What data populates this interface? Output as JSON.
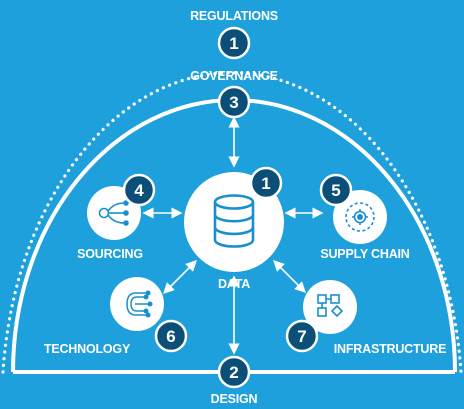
{
  "colors": {
    "background": "#1ea0dc",
    "badge": "#0b4f79",
    "icon": "#1a8fcf",
    "white": "#ffffff"
  },
  "outer_ring": {
    "top_label": "REGULATIONS",
    "badge": "1",
    "inner_label": "GOVERNANCE",
    "inner_badge": "3"
  },
  "bottom": {
    "badge": "2",
    "label": "DESIGN"
  },
  "center": {
    "label": "DATA",
    "badge": "1",
    "icon": "database-icon"
  },
  "nodes": [
    {
      "id": "sourcing",
      "label": "SOURCING",
      "badge": "4",
      "icon": "sourcing-icon"
    },
    {
      "id": "supply-chain",
      "label": "SUPPLY CHAIN",
      "badge": "5",
      "icon": "supply-chain-icon"
    },
    {
      "id": "technology",
      "label": "TECHNOLOGY",
      "badge": "6",
      "icon": "circuit-icon"
    },
    {
      "id": "infrastructure",
      "label": "INFRASTRUCTURE",
      "badge": "7",
      "icon": "infrastructure-icon"
    }
  ]
}
